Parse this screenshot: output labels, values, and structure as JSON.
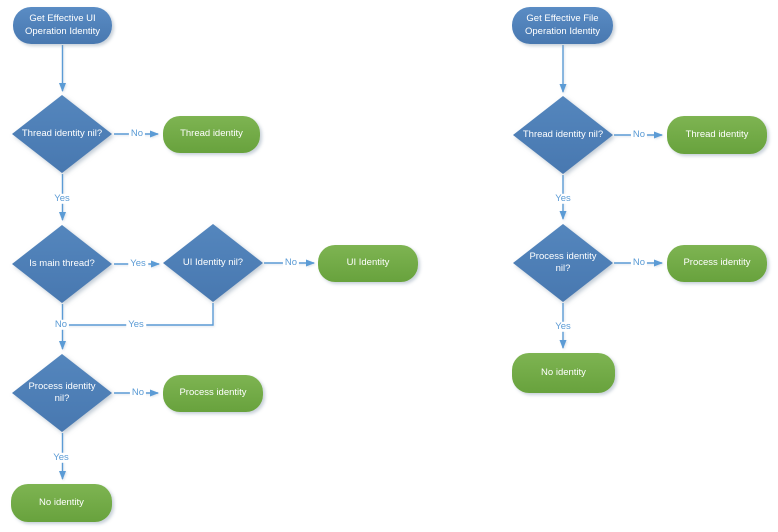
{
  "colors": {
    "process_fill": "#4f81b5",
    "terminal_fill": "#74ab48",
    "connector": "#5b9bd5",
    "edge_label_text": "#5b9bd5",
    "node_text": "#ffffff",
    "background": "#ffffff"
  },
  "labels": {
    "yes": "Yes",
    "no": "No"
  },
  "ui_flow": {
    "start": "Get Effective UI Operation Identity",
    "thread_decision": "Thread identity nil?",
    "thread_terminal": "Thread identity",
    "main_thread_decision": "Is main thread?",
    "ui_decision": "UI Identity nil?",
    "ui_terminal": "UI Identity",
    "process_decision": "Process identity nil?",
    "process_terminal": "Process identity",
    "no_identity_terminal": "No identity"
  },
  "file_flow": {
    "start": "Get Effective File Operation Identity",
    "thread_decision": "Thread identity nil?",
    "thread_terminal": "Thread identity",
    "process_decision": "Process identity nil?",
    "process_terminal": "Process identity",
    "no_identity_terminal": "No identity"
  }
}
